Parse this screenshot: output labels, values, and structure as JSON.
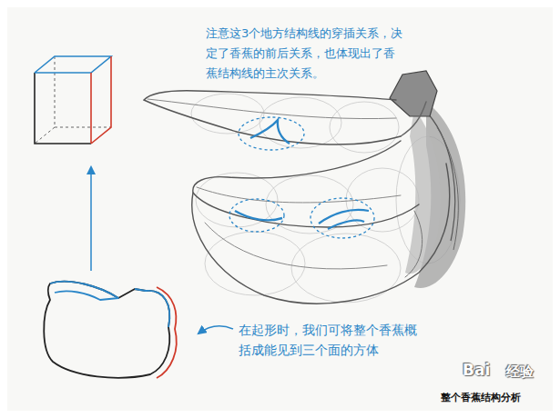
{
  "diagram": {
    "caption": "整个香蕉结构分析",
    "labels": [
      "注意这3个地方结构线的穿插关系，决定了香蕉的前后关系，也体现出了香蕉结构线的主次关系。",
      "在起形时，我们可将整个香蕉概括成能见到三个面的方体",
      "Bai",
      "经验"
    ]
  }
}
